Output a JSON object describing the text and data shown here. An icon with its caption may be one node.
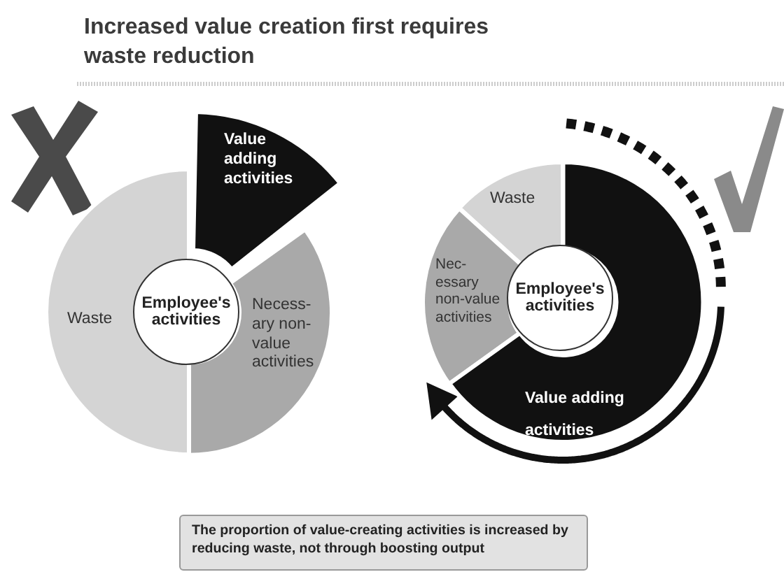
{
  "diagram": {
    "title": "Increased value creation first requires waste reduction",
    "nodes": [
      {
        "text": [
          "Value adding activities"
        ]
      },
      {
        "text": [
          "Necess- ary non-value activities"
        ]
      },
      {
        "text": [
          "Waste"
        ]
      },
      {
        "text": [
          "Employee's activities"
        ]
      },
      {
        "text": [
          "Waste"
        ]
      },
      {
        "text": [
          "Nec- essary non-value activities"
        ]
      },
      {
        "text": [
          "Value adding activities"
        ]
      },
      {
        "text": [
          "Employee's activities"
        ]
      },
      {
        "text": [
          "The proportion of value-creating activities is increased by reducing waste, not through boosting output"
        ]
      }
    ],
    "edges": []
  }
}
